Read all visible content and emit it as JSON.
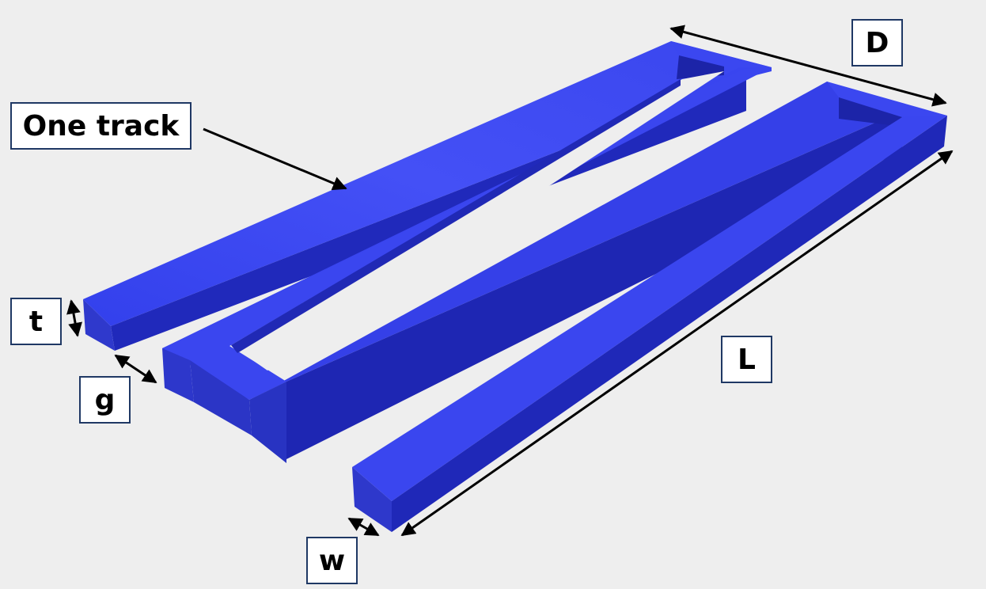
{
  "labels": {
    "track": "One track",
    "depth": "D",
    "thickness": "t",
    "gap": "g",
    "length": "L",
    "width": "w"
  },
  "colors": {
    "background": "#eeeeee",
    "track_top": "#3d4bf2",
    "track_side": "#1f27b8",
    "track_end": "#2b33cf",
    "arrow": "#000000",
    "label_border": "#1f3864"
  }
}
